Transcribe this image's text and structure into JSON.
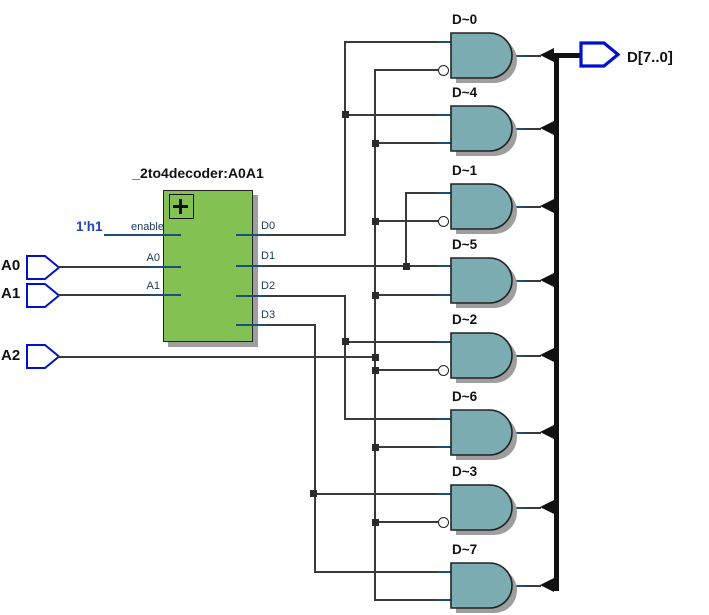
{
  "schematic": {
    "constant_label": "1'h1",
    "input_pins": [
      {
        "label": "A0"
      },
      {
        "label": "A1"
      },
      {
        "label": "A2"
      }
    ],
    "output_pin": {
      "label": "D[7..0]"
    },
    "decoder": {
      "instance_title": "_2to4decoder:A0A1",
      "left_ports": [
        {
          "label": "enable"
        },
        {
          "label": "A0"
        },
        {
          "label": "A1"
        }
      ],
      "right_ports": [
        {
          "label": "D0"
        },
        {
          "label": "D1"
        },
        {
          "label": "D2"
        },
        {
          "label": "D3"
        }
      ]
    },
    "gates": [
      {
        "label": "D~0",
        "type": "AND2",
        "inverted_b_input": true
      },
      {
        "label": "D~4",
        "type": "AND2",
        "inverted_b_input": false
      },
      {
        "label": "D~1",
        "type": "AND2",
        "inverted_b_input": true
      },
      {
        "label": "D~5",
        "type": "AND2",
        "inverted_b_input": false
      },
      {
        "label": "D~2",
        "type": "AND2",
        "inverted_b_input": true
      },
      {
        "label": "D~6",
        "type": "AND2",
        "inverted_b_input": false
      },
      {
        "label": "D~3",
        "type": "AND2",
        "inverted_b_input": true
      },
      {
        "label": "D~7",
        "type": "AND2",
        "inverted_b_input": false
      }
    ],
    "colors": {
      "block_fill": "#83c153",
      "gate_fill": "#7aacb2",
      "pin_outline": "#0011cc",
      "wire": "#3a3a3a",
      "port_stub": "#1b4e79",
      "port_text": "#17375e",
      "constant_text": "#2040c8",
      "bus": "#111111",
      "shadow": "#9e9e9e"
    }
  }
}
